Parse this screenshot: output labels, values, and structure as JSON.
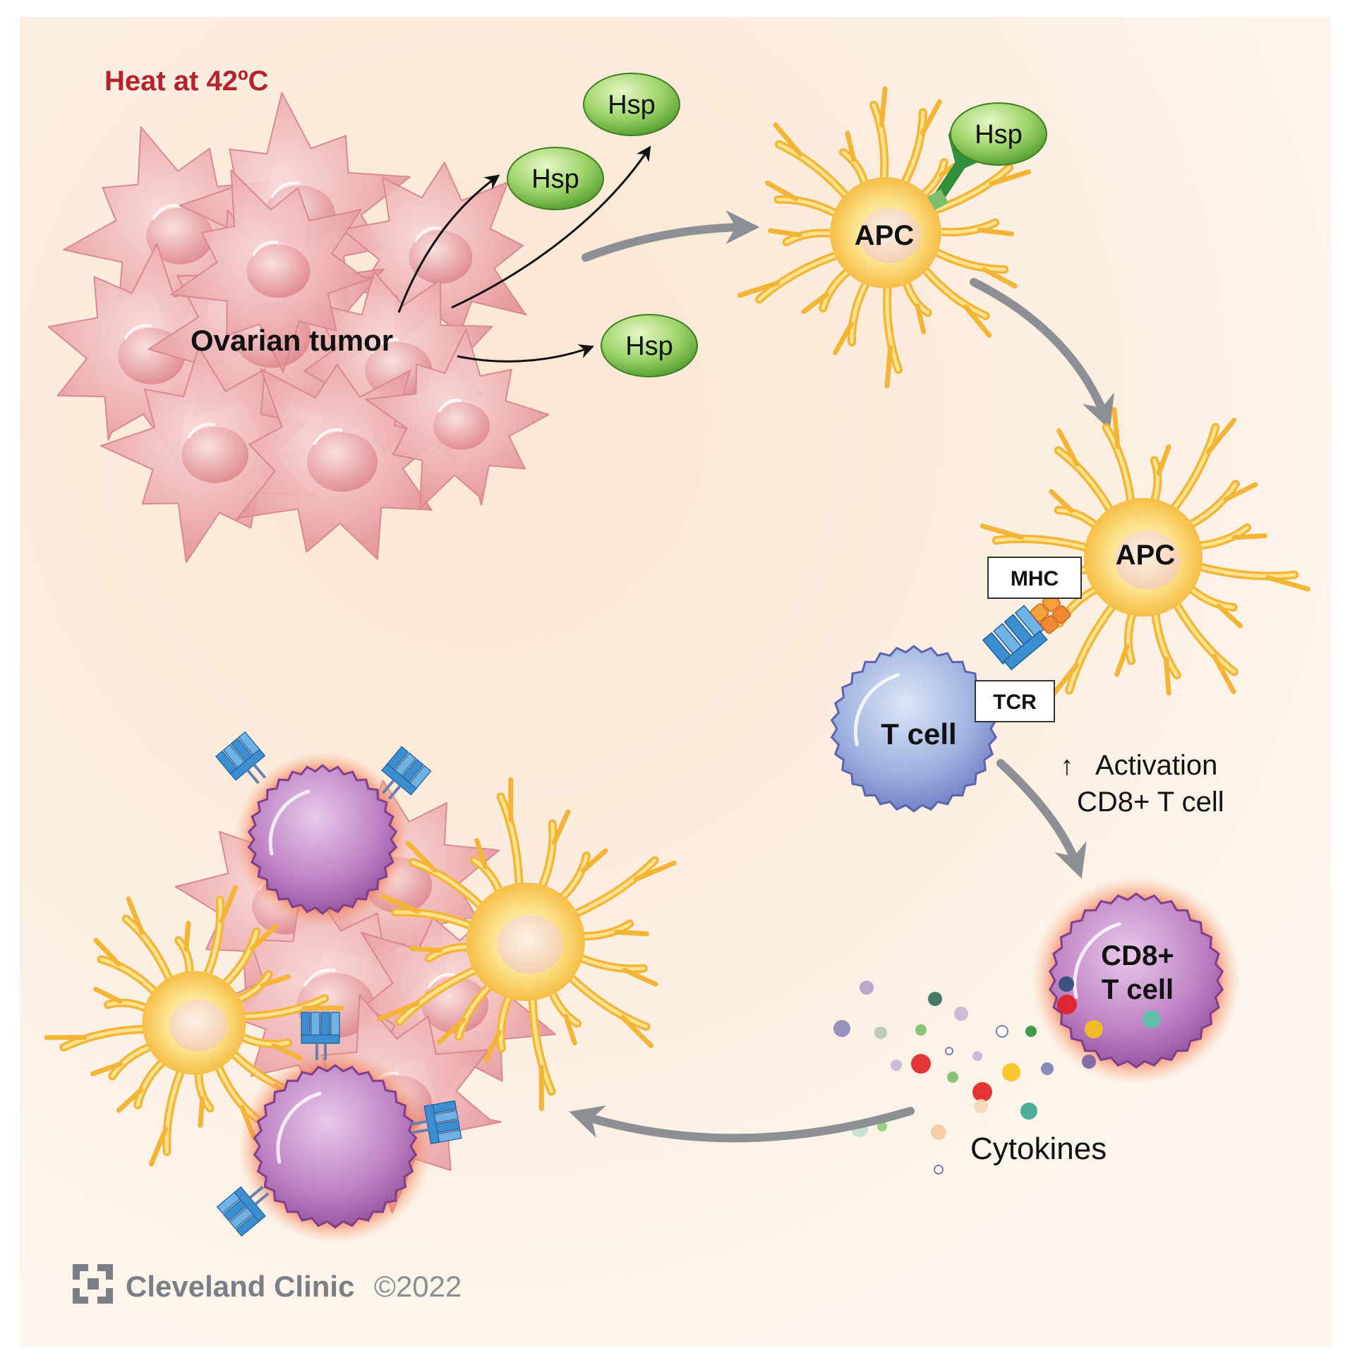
{
  "title": "Heat at 42ºC",
  "labels": {
    "tumor": "Ovarian tumor",
    "hsp": "Hsp",
    "apc": "APC",
    "mhc": "MHC",
    "tcr": "TCR",
    "tcell": "T cell",
    "activation_arrow": "↑",
    "activation_line1": "Activation",
    "activation_line2": "CD8+ T cell",
    "cd8_line1": "CD8+",
    "cd8_line2": "T cell",
    "cytokines": "Cytokines"
  },
  "footer": {
    "brand": "Cleveland Clinic",
    "copyright": "©2022"
  },
  "colors": {
    "title": "#b3242f",
    "background": "#fbecdc",
    "tumor": "#eaa3a6",
    "hsp": "#7cc24a",
    "apc": "#f7c44a",
    "tcell": "#8ea5da",
    "cd8": "#b36ab8",
    "receptor": "#3b8fd0",
    "arrow_gray": "#8c8f94",
    "logo": "#7b7f85"
  }
}
